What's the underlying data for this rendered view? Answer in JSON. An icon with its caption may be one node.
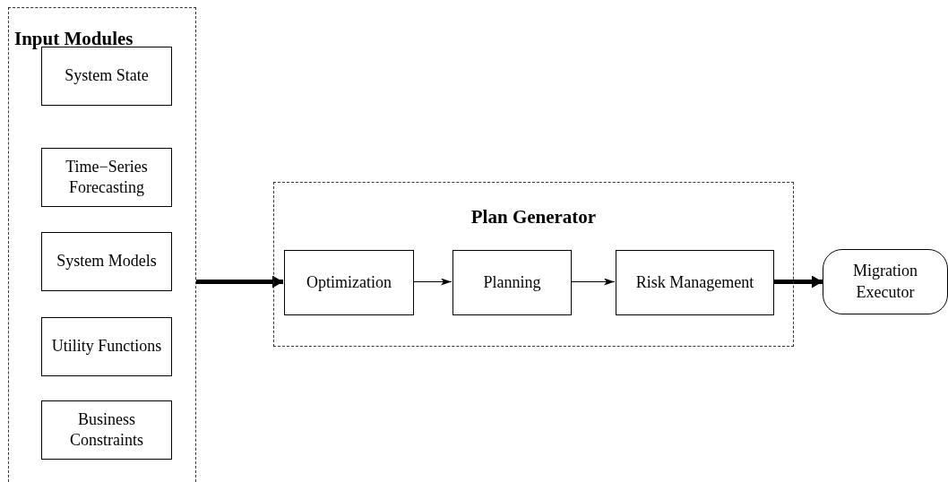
{
  "diagram": {
    "nodes": [
      {
        "text": [
          "Input Modules"
        ]
      },
      {
        "text": [
          "System State"
        ],
        "in": 0
      },
      {
        "text": [
          "Time−Series Forecasting"
        ],
        "in": 0
      },
      {
        "text": [
          "System Models"
        ],
        "in": 0
      },
      {
        "text": [
          "Utility Functions"
        ],
        "in": 0
      },
      {
        "text": [
          "Business Constraints"
        ],
        "in": 0
      },
      {
        "text": [
          "Plan Generator"
        ]
      },
      {
        "text": [
          "Optimization"
        ],
        "in": 6
      },
      {
        "text": [
          "Planning"
        ],
        "in": 6
      },
      {
        "text": [
          "Risk Management"
        ],
        "in": 6
      },
      {
        "text": [
          "Migration Executor"
        ]
      }
    ],
    "edges": [
      {
        "from": 0,
        "to": 7,
        "arrow": "to",
        "style": "thick"
      },
      {
        "from": 7,
        "to": 8,
        "arrow": "to"
      },
      {
        "from": 8,
        "to": 9,
        "arrow": "to"
      },
      {
        "from": 9,
        "to": 10,
        "arrow": "to",
        "style": "thick"
      }
    ]
  }
}
